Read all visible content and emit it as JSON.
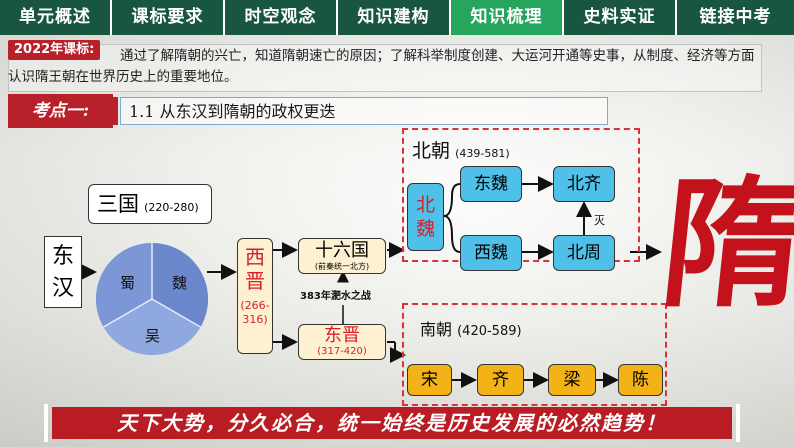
{
  "nav": {
    "tabs": [
      {
        "label": "单元概述",
        "active": false
      },
      {
        "label": "课标要求",
        "active": false
      },
      {
        "label": "时空观念",
        "active": false
      },
      {
        "label": "知识建构",
        "active": false
      },
      {
        "label": "知识梳理",
        "active": true
      },
      {
        "label": "史料实证",
        "active": false
      },
      {
        "label": "链接中考",
        "active": false
      }
    ]
  },
  "standard": {
    "tag": "2022年课标:",
    "text": "通过了解隋朝的兴亡，知道隋朝速亡的原因；了解科举制度创建、大运河开通等史事，从制度、经济等方面认识隋王朝在世界历史上的重要地位。"
  },
  "kaodian": {
    "label": "考点一:",
    "title": "1.1  从东汉到隋朝的政权更迭"
  },
  "diagram": {
    "donghan": "东汉",
    "sanguo": {
      "label": "三国",
      "years": "(220-280)"
    },
    "pie": {
      "shu": "蜀",
      "wei": "魏",
      "wu": "吴",
      "colors": [
        "#7b97d6",
        "#6682c8",
        "#8ea6de"
      ]
    },
    "xijin": {
      "label": "西晋",
      "years": "(266-316)"
    },
    "shiliuguo": {
      "label": "十六国",
      "note": "(前秦统一北方)"
    },
    "battle": "383年淝水之战",
    "dongjin": {
      "label": "东晋",
      "years": "(317-420)"
    },
    "beichao": {
      "label": "北朝",
      "years": "(439-581)"
    },
    "beiwei": "北魏",
    "dongwei": "东魏",
    "beiqi": "北齐",
    "xiwei": "西魏",
    "beizhou": "北周",
    "mie": "灭",
    "nanchao": {
      "label": "南朝",
      "years": "(420-589)"
    },
    "south": [
      "宋",
      "齐",
      "梁",
      "陈"
    ],
    "sui": "隋"
  },
  "banner": "天下大势，分久必合，统一始终是历史发展的必然趋势！",
  "colors": {
    "nav": "#19563f",
    "nav_active": "#26a55e",
    "red": "#b8202a",
    "cyan": "#4fc0e8",
    "orange": "#f3b316"
  }
}
